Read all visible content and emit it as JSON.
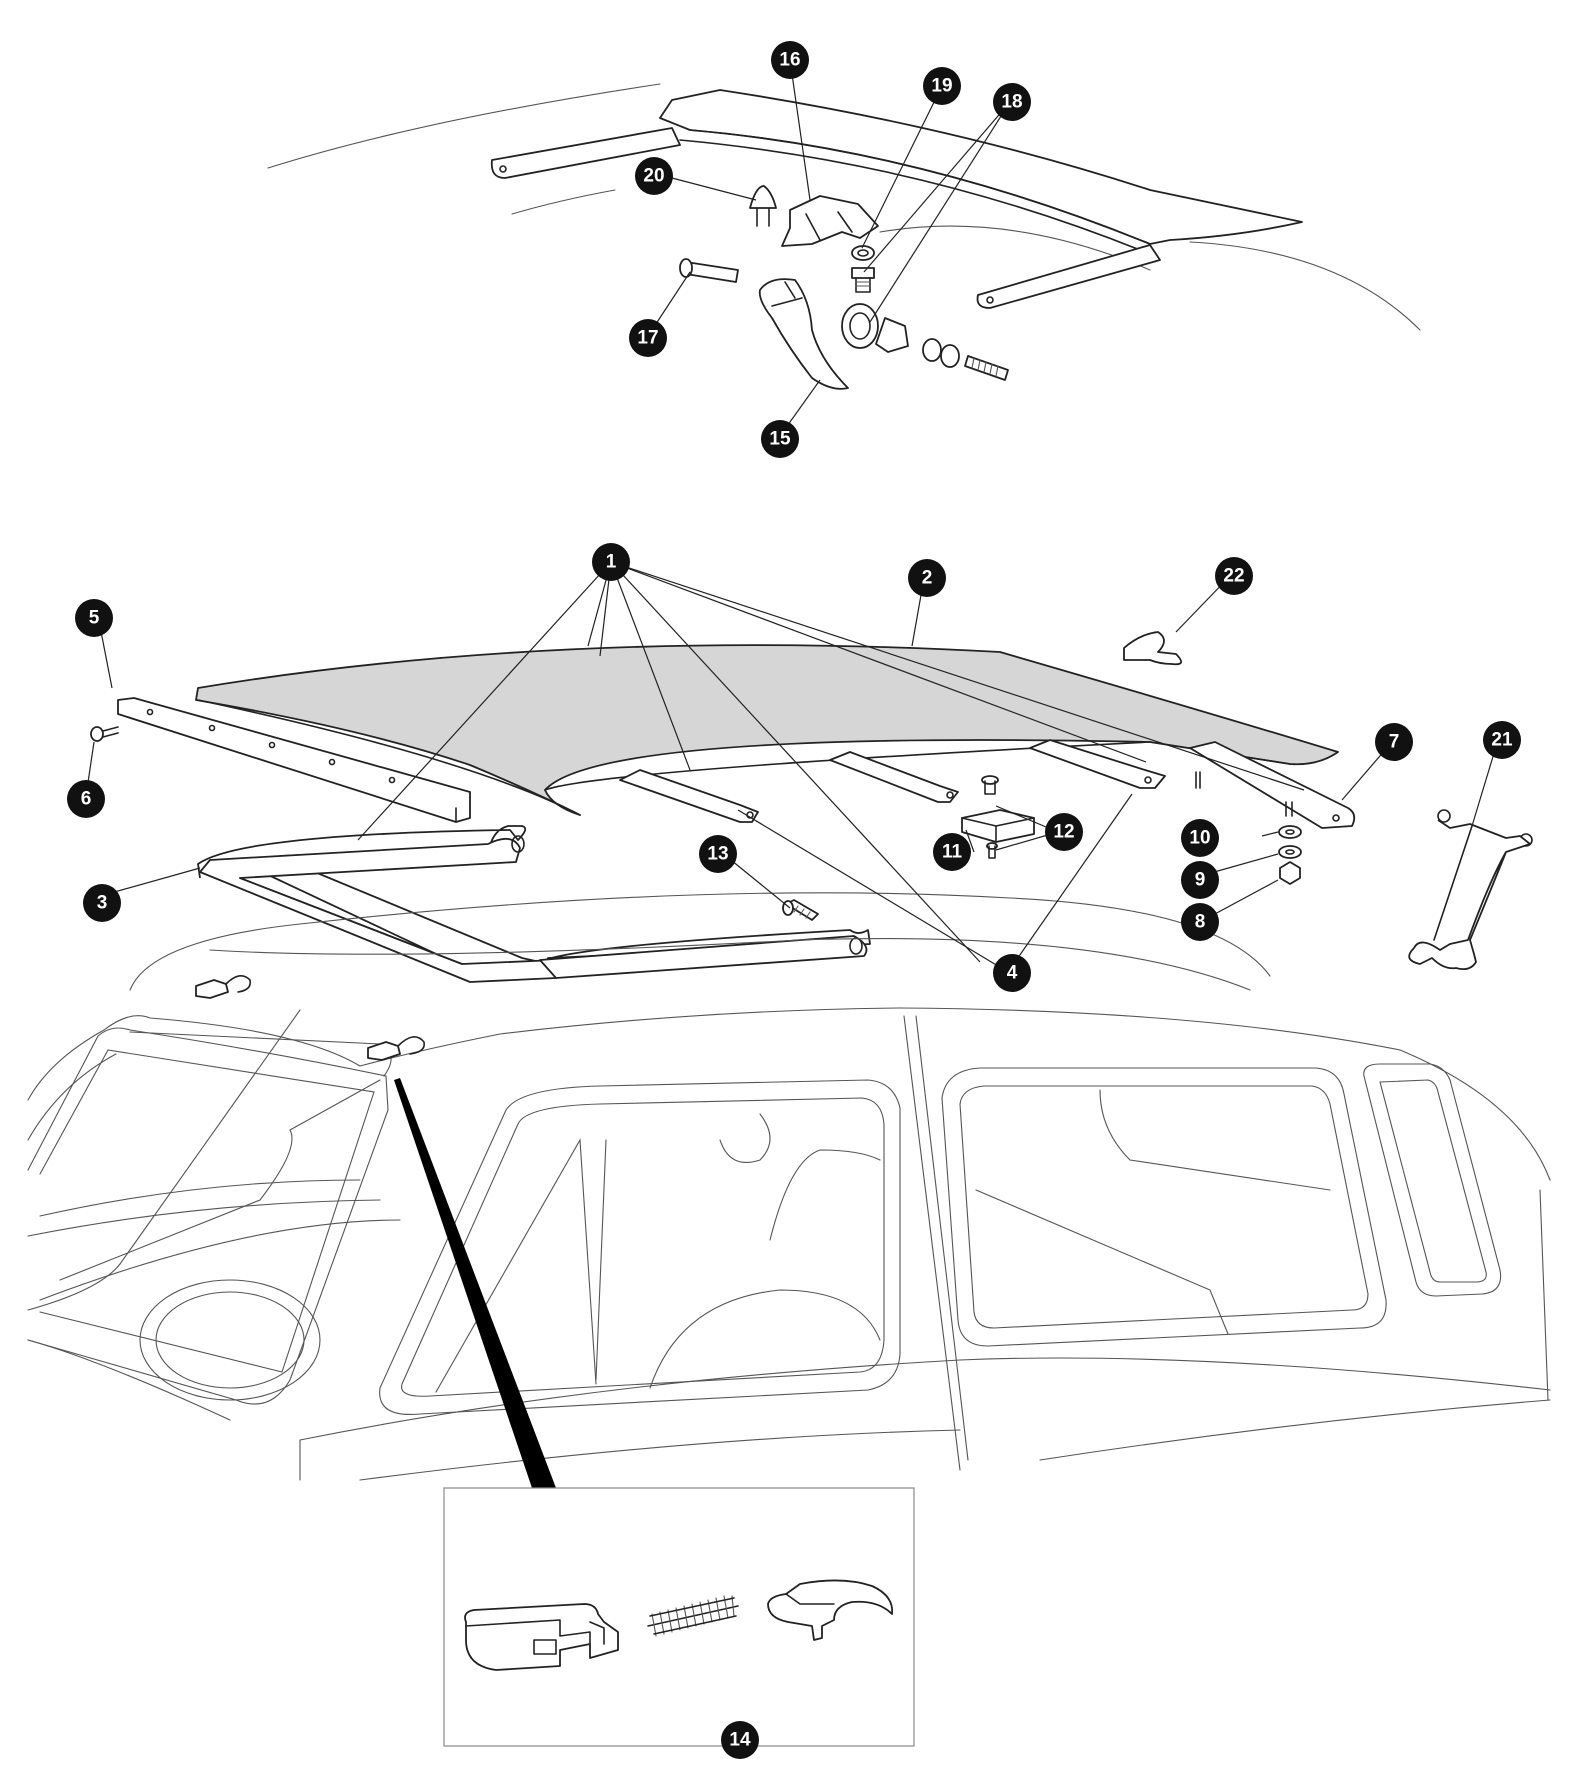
{
  "callouts": [
    {
      "id": "1",
      "label": "1"
    },
    {
      "id": "2",
      "label": "2"
    },
    {
      "id": "3",
      "label": "3"
    },
    {
      "id": "4",
      "label": "4"
    },
    {
      "id": "5",
      "label": "5"
    },
    {
      "id": "6",
      "label": "6"
    },
    {
      "id": "7",
      "label": "7"
    },
    {
      "id": "8",
      "label": "8"
    },
    {
      "id": "9",
      "label": "9"
    },
    {
      "id": "10",
      "label": "10"
    },
    {
      "id": "11",
      "label": "11"
    },
    {
      "id": "12",
      "label": "12"
    },
    {
      "id": "13",
      "label": "13"
    },
    {
      "id": "14",
      "label": "14"
    },
    {
      "id": "15",
      "label": "15"
    },
    {
      "id": "16",
      "label": "16"
    },
    {
      "id": "17",
      "label": "17"
    },
    {
      "id": "18",
      "label": "18"
    },
    {
      "id": "19",
      "label": "19"
    },
    {
      "id": "20",
      "label": "20"
    },
    {
      "id": "21",
      "label": "21"
    },
    {
      "id": "22",
      "label": "22"
    }
  ],
  "colors": {
    "roof_panel_fill": "#d6d6d6",
    "badge_fill": "#111111",
    "badge_text": "#ffffff",
    "line": "#222222"
  }
}
